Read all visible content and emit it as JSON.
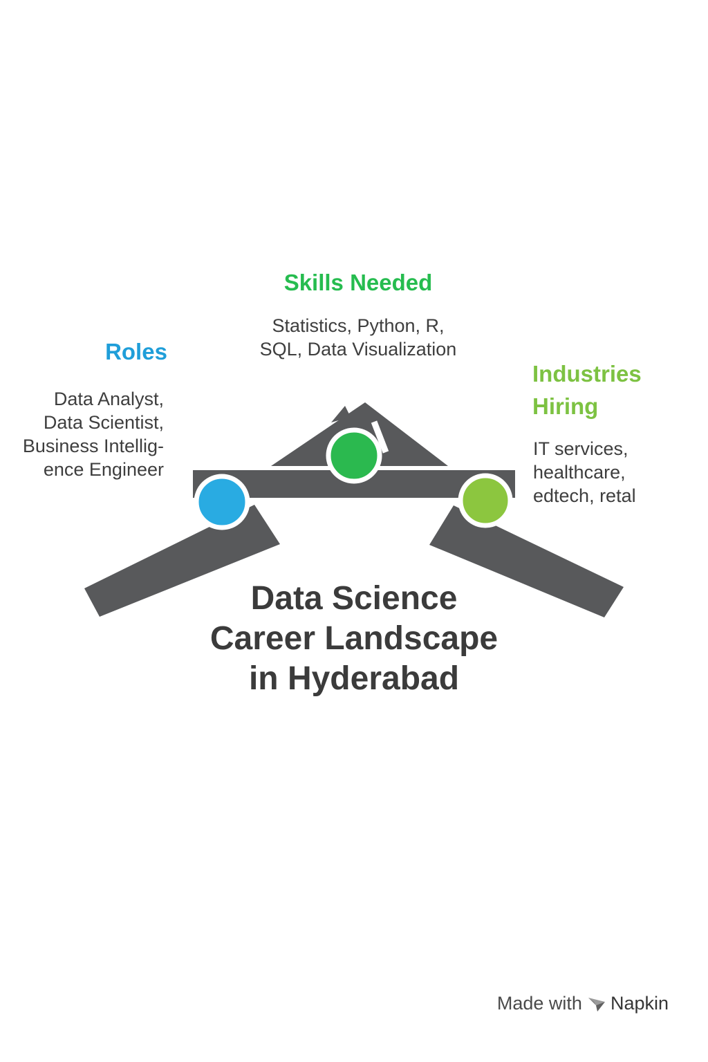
{
  "diagram": {
    "title_lines": [
      "Data Science",
      "Career Landscape",
      "in Hyderabad"
    ],
    "shape_color": "#58595B",
    "text_color": "#3E3E3E",
    "sections": {
      "skills": {
        "heading": "Skills Needed",
        "heading_color": "#26BC4F",
        "node_color": "#2BB94F",
        "lines": [
          "Statistics, Python, R,",
          "SQL, Data Visualization"
        ]
      },
      "roles": {
        "heading": "Roles",
        "heading_color": "#1F9ED9",
        "node_color": "#29ABE2",
        "lines": [
          "Data Analyst,",
          "Data Scientist,",
          "Business Intellig-",
          "ence Engineer"
        ]
      },
      "industries": {
        "heading": "Industries Hiring",
        "heading_color": "#7DC242",
        "node_color": "#8CC63F",
        "lines": [
          "IT services,",
          "healthcare,",
          "edtech, retal"
        ]
      }
    }
  },
  "footer": {
    "made_with": "Made with",
    "brand": "Napkin",
    "icon": "paper-plane-icon",
    "text_color": "#4A4A4A"
  }
}
